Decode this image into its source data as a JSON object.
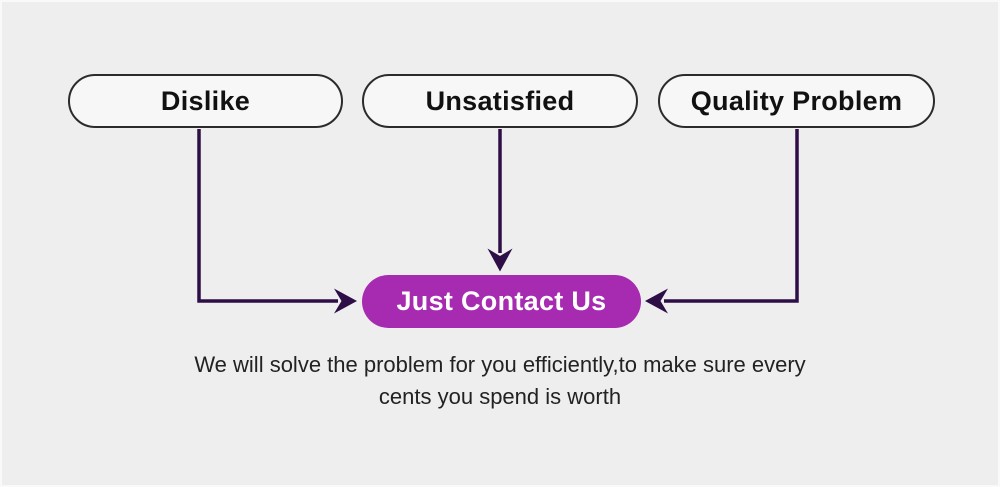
{
  "colors": {
    "background": "#eeeeee",
    "pill_fill": "#f7f7f7",
    "pill_border": "#2b2b2b",
    "cta_fill": "#a62bb0",
    "cta_text": "#ffffff",
    "arrow": "#2e0e46",
    "text": "#222222"
  },
  "sources": [
    {
      "label": "Dislike"
    },
    {
      "label": "Unsatisfied"
    },
    {
      "label": "Quality Problem"
    }
  ],
  "cta": {
    "label": "Just Contact Us"
  },
  "caption": {
    "line1": "We will solve the problem for you efficiently,to make sure every",
    "line2": "cents you spend is worth"
  }
}
